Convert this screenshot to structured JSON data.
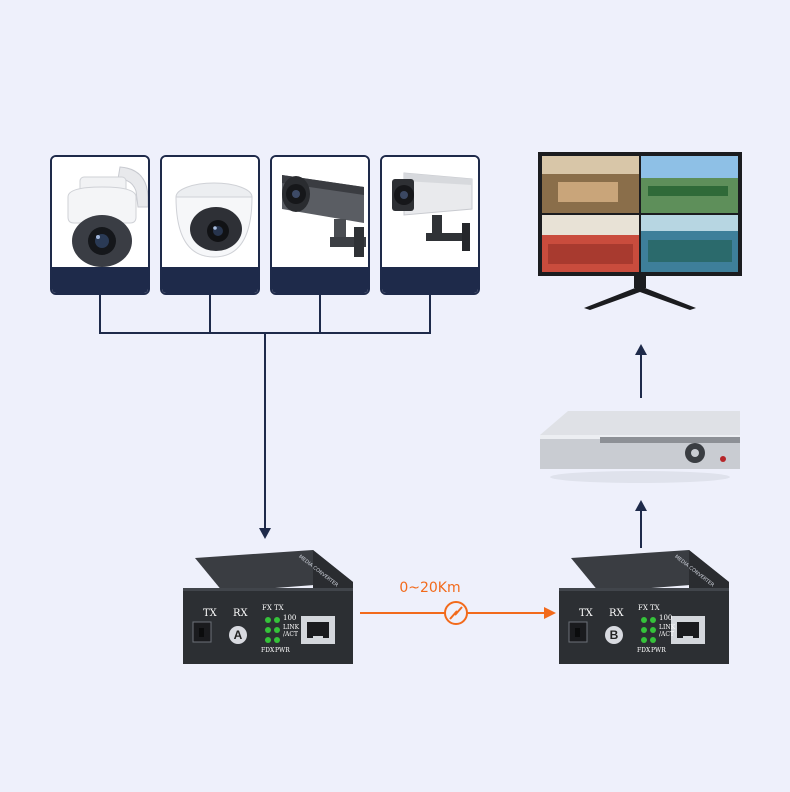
{
  "link": {
    "distance": "0~20Km"
  },
  "converter_a": {
    "node": "A",
    "tx": "TX",
    "rx": "RX",
    "fx": "FX",
    "tx_led": "TX",
    "speed": "100",
    "link": "LINK",
    "act": "/ACT",
    "fdx": "FDX",
    "pwr": "PWR",
    "side_text": "MEDIA CONVERTER"
  },
  "converter_b": {
    "node": "B",
    "tx": "TX",
    "rx": "RX",
    "fx": "FX",
    "tx_led": "TX",
    "speed": "100",
    "link": "LINK",
    "act": "/ACT",
    "fdx": "FDX",
    "pwr": "PWR",
    "side_text": "MEDIA CONVERTER"
  },
  "cameras": [
    {
      "icon": "ptz-dome-camera-icon"
    },
    {
      "icon": "dome-camera-icon"
    },
    {
      "icon": "bullet-camera-icon"
    },
    {
      "icon": "bullet-camera-icon"
    }
  ],
  "colors": {
    "background": "#eef0fb",
    "wire": "#1e2a4a",
    "fiber": "#f26a1b",
    "device": "#2c2f33",
    "led": "#35c23a"
  }
}
